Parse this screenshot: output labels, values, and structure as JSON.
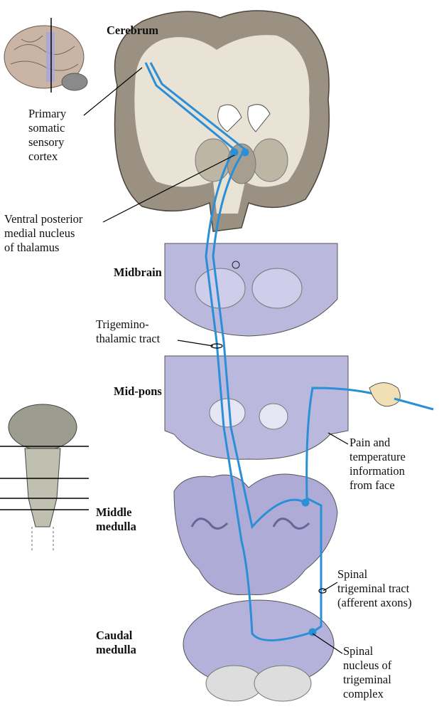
{
  "title_labels": {
    "cerebrum": "Cerebrum",
    "midbrain": "Midbrain",
    "mid_pons": "Mid-pons",
    "middle_medulla": "Middle\nmedulla",
    "caudal_medulla": "Caudal\nmedulla"
  },
  "callouts": {
    "primary_cortex": "Primary\nsomatic\nsensory\ncortex",
    "vpm": "Ventral posterior\nmedial nucleus\nof thalamus",
    "trigeminothalamic": "Trigemino-\nthalamic tract",
    "pain_temp": "Pain and\ntemperature\ninformation\nfrom face",
    "spinal_tract": "Spinal\ntrigeminal tract\n(afferent axons)",
    "spinal_nucleus": "Spinal\nnucleus of\ntrigeminal\ncomplex"
  },
  "colors": {
    "pathway": "#2a8fd6",
    "cortex": "#9a9182",
    "white_matter": "#e8e3d4",
    "brainstem": "#bab8dc",
    "brainstem_dark": "#8d8abf"
  }
}
